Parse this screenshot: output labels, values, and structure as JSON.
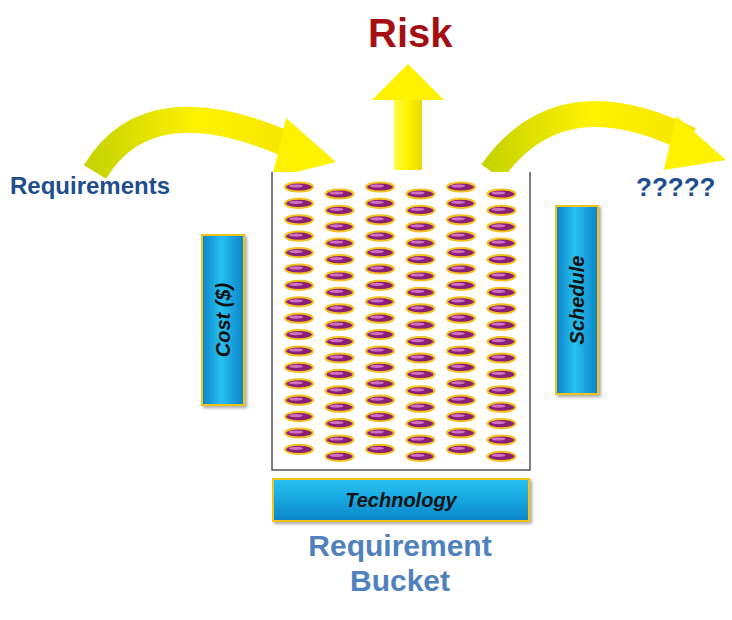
{
  "diagram": {
    "nodes": [
      {
        "text": [
          "Cost ($)"
        ]
      },
      {
        "text": [
          "Schedule"
        ]
      },
      {
        "text": [
          "Technology"
        ]
      }
    ],
    "labels": [
      "Risk",
      "Requirements",
      "?????",
      "Requirement Bucket"
    ]
  }
}
